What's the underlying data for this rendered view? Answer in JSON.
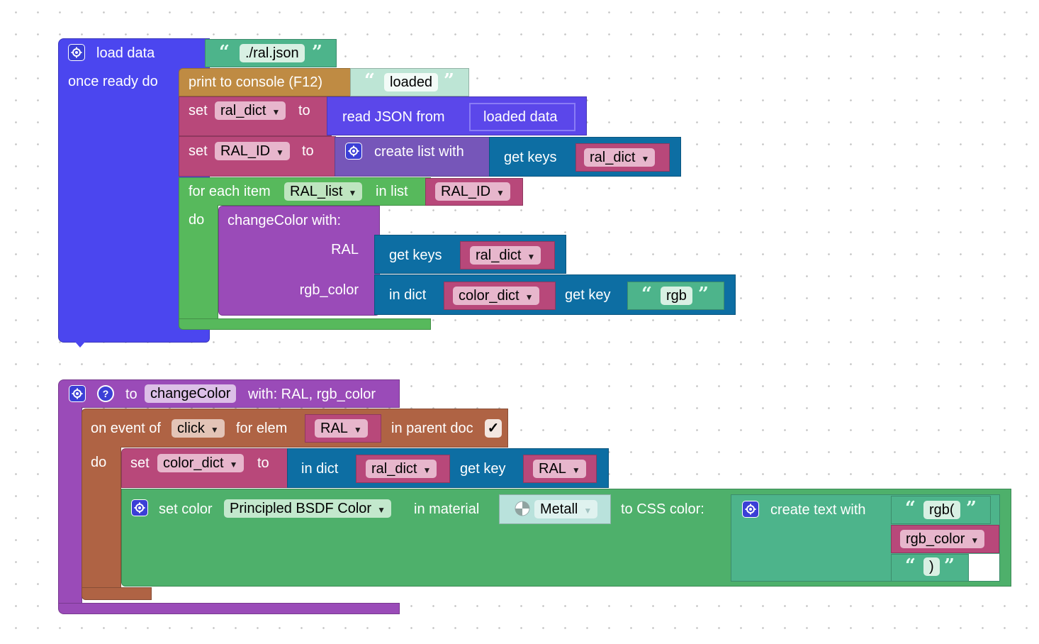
{
  "block1": {
    "event_label": "load data",
    "file_path": "./ral.json",
    "once_ready_label": "once ready do",
    "print_label": "print to console (F12)",
    "print_value": "loaded",
    "set_label_1": "set",
    "var_ral_dict": "ral_dict",
    "to_label_1": "to",
    "read_json_label": "read JSON from",
    "loaded_data_label": "loaded data",
    "set_label_2": "set",
    "var_ral_id": "RAL_ID",
    "to_label_2": "to",
    "create_list_label": "create list with",
    "get_keys_label_1": "get keys",
    "get_keys_var_1": "ral_dict",
    "for_each_label": "for each item",
    "loop_var": "RAL_list",
    "in_list_label": "in list",
    "in_list_var": "RAL_ID",
    "do_label": "do",
    "call_label": "changeColor  with:",
    "arg_ral_label": "RAL",
    "get_keys_label_2": "get keys",
    "get_keys_var_2": "ral_dict",
    "arg_rgb_label": "rgb_color",
    "in_dict_label": "in dict",
    "in_dict_var": "color_dict",
    "get_key_label": "get key",
    "get_key_value": "rgb"
  },
  "block2": {
    "to_label": "to",
    "func_name": "changeColor",
    "with_params": "with: RAL, rgb_color",
    "on_event_label": "on event of",
    "event_name": "click",
    "for_elem_label": "for elem",
    "elem_var": "RAL",
    "in_parent_doc_label": "in parent doc",
    "checkbox_mark": "✓",
    "do_label": "do",
    "set_label": "set",
    "set_var": "color_dict",
    "to_label_2": "to",
    "in_dict_label": "in dict",
    "in_dict_var": "ral_dict",
    "get_key_label": "get key",
    "get_key_var": "RAL",
    "set_color_label": "set color",
    "color_prop": "Principled BSDF Color",
    "in_material_label": "in material",
    "material_name": "Metall",
    "to_css_label": "to CSS color:",
    "create_text_label": "create text with",
    "text_part_1": "rgb(",
    "text_part_2": "rgb_color",
    "text_part_3": ")"
  },
  "colors": {
    "event_blue": "#4b46ef",
    "text_teal": "#4db48b",
    "print_brown": "#bf8b43",
    "var_pink": "#b8487a",
    "json_indigo": "#5b47ea",
    "list_purple": "#7656b9",
    "dict_blue": "#0d6ea3",
    "loop_green": "#57b95c",
    "proc_purple": "#9a4bb8",
    "handler_brown": "#af6344",
    "color_green": "#4eb06b"
  },
  "icons": [
    "gear-icon",
    "help-icon",
    "dropdown-arrow-icon",
    "material-sphere-icon",
    "quote-icon"
  ]
}
